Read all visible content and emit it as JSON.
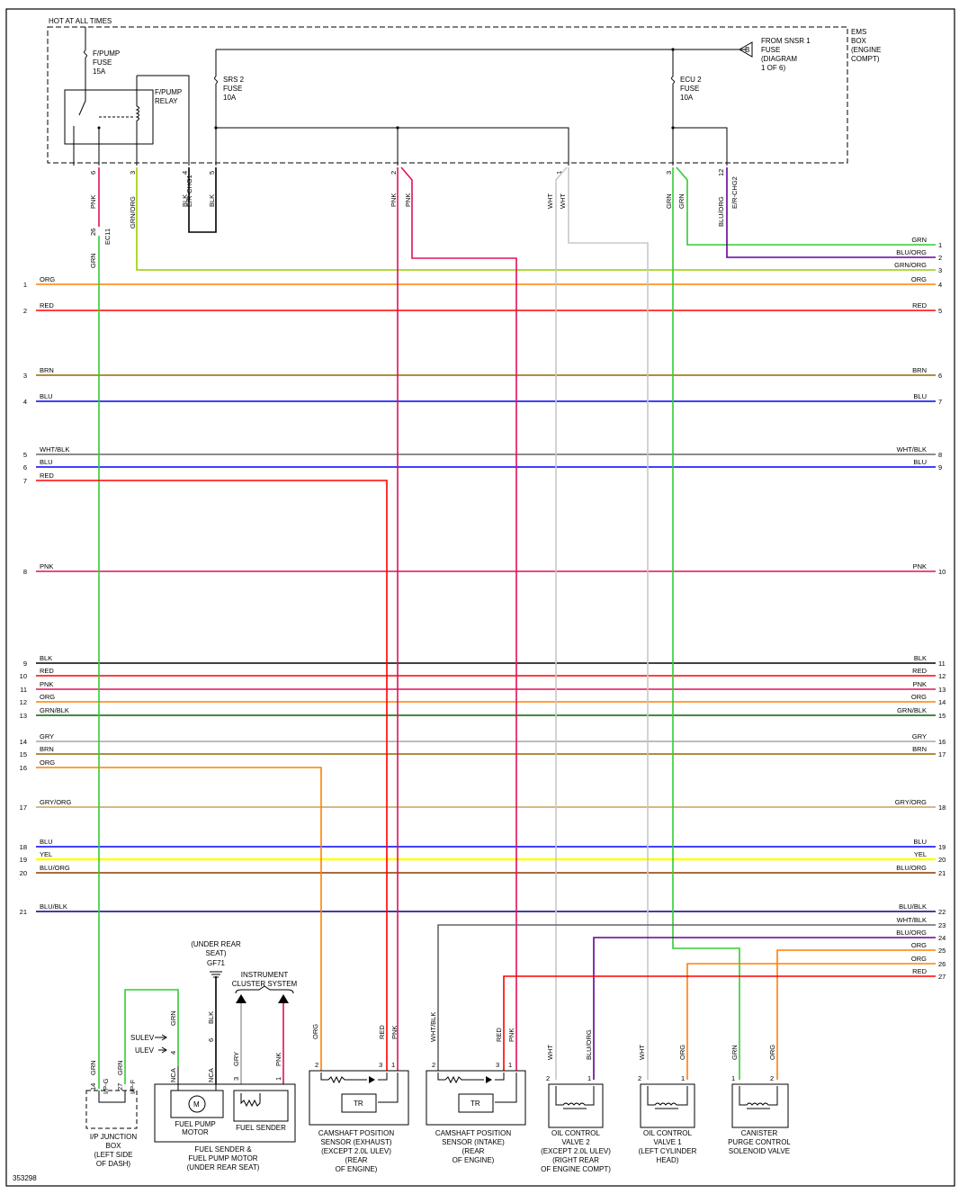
{
  "figure_id": "353298",
  "ems": {
    "hot_label": "HOT AT ALL TIMES",
    "box_label": [
      "EMS",
      "BOX",
      "(ENGINE",
      "COMPT)"
    ],
    "from_label": [
      "FROM SNSR 1",
      "FUSE",
      "(DIAGRAM",
      "1 OF 6)"
    ],
    "from_tag": "B",
    "fpump_fuse": [
      "F/PUMP",
      "FUSE",
      "15A"
    ],
    "fpump_relay": [
      "F/PUMP",
      "RELAY"
    ],
    "srs_fuse": [
      "SRS 2",
      "FUSE",
      "10A"
    ],
    "ecu_fuse": [
      "ECU 2",
      "FUSE",
      "10A"
    ],
    "pins": [
      "6",
      "3",
      "4",
      "5",
      "2",
      "1",
      "3",
      "12"
    ],
    "er_chg1": "E/R-CHG1",
    "er_chg2": "E/R-CHG2",
    "ec11": "EC11",
    "ec11_pin": "26"
  },
  "wire_labels": {
    "pnk": "PNK",
    "grn": "GRN",
    "grn_org": "GRN/ORG",
    "blk": "BLK",
    "wht": "WHT",
    "blu_org": "BLU/ORG",
    "gry": "GRY",
    "org": "ORG",
    "red": "RED",
    "wht_blk": "WHT/BLK"
  },
  "bus": {
    "left": [
      {
        "num": "1",
        "label": "ORG"
      },
      {
        "num": "2",
        "label": "RED"
      },
      {
        "num": "3",
        "label": "BRN"
      },
      {
        "num": "4",
        "label": "BLU"
      },
      {
        "num": "5",
        "label": "WHT/BLK"
      },
      {
        "num": "6",
        "label": "BLU"
      },
      {
        "num": "7",
        "label": "RED"
      },
      {
        "num": "8",
        "label": "PNK"
      },
      {
        "num": "9",
        "label": "BLK"
      },
      {
        "num": "10",
        "label": "RED"
      },
      {
        "num": "11",
        "label": "PNK"
      },
      {
        "num": "12",
        "label": "ORG"
      },
      {
        "num": "13",
        "label": "GRN/BLK"
      },
      {
        "num": "14",
        "label": "GRY"
      },
      {
        "num": "15",
        "label": "BRN"
      },
      {
        "num": "16",
        "label": "ORG"
      },
      {
        "num": "17",
        "label": "GRY/ORG"
      },
      {
        "num": "18",
        "label": "BLU"
      },
      {
        "num": "19",
        "label": "YEL"
      },
      {
        "num": "20",
        "label": "BLU/ORG"
      },
      {
        "num": "21",
        "label": "BLU/BLK"
      }
    ],
    "right": [
      {
        "num": "1",
        "label": "GRN"
      },
      {
        "num": "2",
        "label": "BLU/ORG"
      },
      {
        "num": "3",
        "label": "GRN/ORG"
      },
      {
        "num": "4",
        "label": "ORG"
      },
      {
        "num": "5",
        "label": "RED"
      },
      {
        "num": "6",
        "label": "BRN"
      },
      {
        "num": "7",
        "label": "BLU"
      },
      {
        "num": "8",
        "label": "WHT/BLK"
      },
      {
        "num": "9",
        "label": "BLU"
      },
      {
        "num": "10",
        "label": "PNK"
      },
      {
        "num": "11",
        "label": "BLK"
      },
      {
        "num": "12",
        "label": "RED"
      },
      {
        "num": "13",
        "label": "PNK"
      },
      {
        "num": "14",
        "label": "ORG"
      },
      {
        "num": "15",
        "label": "GRN/BLK"
      },
      {
        "num": "16",
        "label": "GRY"
      },
      {
        "num": "17",
        "label": "BRN"
      },
      {
        "num": "18",
        "label": "GRY/ORG"
      },
      {
        "num": "19",
        "label": "BLU"
      },
      {
        "num": "20",
        "label": "YEL"
      },
      {
        "num": "21",
        "label": "BLU/ORG"
      },
      {
        "num": "22",
        "label": "BLU/BLK"
      },
      {
        "num": "23",
        "label": "WHT/BLK"
      },
      {
        "num": "24",
        "label": "BLU/ORG"
      },
      {
        "num": "25",
        "label": "ORG"
      },
      {
        "num": "26",
        "label": "ORG"
      },
      {
        "num": "27",
        "label": "RED"
      }
    ]
  },
  "colors": {
    "ORG": "#ff8000",
    "RED": "#ff0000",
    "BRN": "#996600",
    "BLU": "#0000ff",
    "WHT_BLK": "#666666",
    "PNK": "#e0105c",
    "BLK": "#000000",
    "GRN_BLK": "#006600",
    "GRY": "#a6a6a6",
    "GRY_ORG": "#c8a060",
    "YEL": "#ffff00",
    "BLU_ORG": "#8b3a00",
    "BLU_BLK": "#000080",
    "GRN": "#33cc33",
    "PURPLE": "#660099",
    "WHT": "#c8c8c8",
    "GRN_ORG": "#99cc00"
  },
  "ground": {
    "label": [
      "(UNDER REAR",
      "SEAT)"
    ],
    "code": "GF71"
  },
  "cluster": [
    "INSTRUMENT",
    "CLUSTER SYSTEM"
  ],
  "sulev": "SULEV",
  "ulev": "ULEV",
  "nca": "NCA",
  "tr": "TR",
  "motor_symbol": "M",
  "junction_box": {
    "labels": [
      "I/P JUNCTION",
      "BOX",
      "(LEFT SIDE",
      "OF DASH)"
    ],
    "conn_g": "I/P-G",
    "conn_f": "I/P-F",
    "pin_g": "14",
    "pin_f": "27"
  },
  "fuel_sender": {
    "pins": [
      "4",
      "6",
      "3",
      "1"
    ],
    "motor": [
      "FUEL PUMP",
      "MOTOR"
    ],
    "sender": "FUEL SENDER",
    "labels": [
      "FUEL SENDER &",
      "FUEL PUMP MOTOR",
      "(UNDER REAR SEAT)"
    ]
  },
  "cmp_exh": {
    "pins": [
      "2",
      "3",
      "1"
    ],
    "labels": [
      "CAMSHAFT POSITION",
      "SENSOR (EXHAUST)",
      "(EXCEPT 2.0L ULEV)",
      "(REAR",
      "OF ENGINE)"
    ]
  },
  "cmp_int": {
    "pins": [
      "2",
      "3",
      "1"
    ],
    "labels": [
      "CAMSHAFT POSITION",
      "SENSOR (INTAKE)",
      "(REAR",
      "OF ENGINE)"
    ]
  },
  "ocv2": {
    "pins": [
      "2",
      "1"
    ],
    "labels": [
      "OIL CONTROL",
      "VALVE 2",
      "(EXCEPT 2.0L ULEV)",
      "(RIGHT REAR",
      "OF ENGINE COMPT)"
    ]
  },
  "ocv1": {
    "pins": [
      "2",
      "1"
    ],
    "labels": [
      "OIL CONTROL",
      "VALVE 1",
      "(LEFT CYLINDER",
      "HEAD)"
    ]
  },
  "canister": {
    "pins": [
      "1",
      "2"
    ],
    "labels": [
      "CANISTER",
      "PURGE CONTROL",
      "SOLENOID VALVE"
    ]
  }
}
